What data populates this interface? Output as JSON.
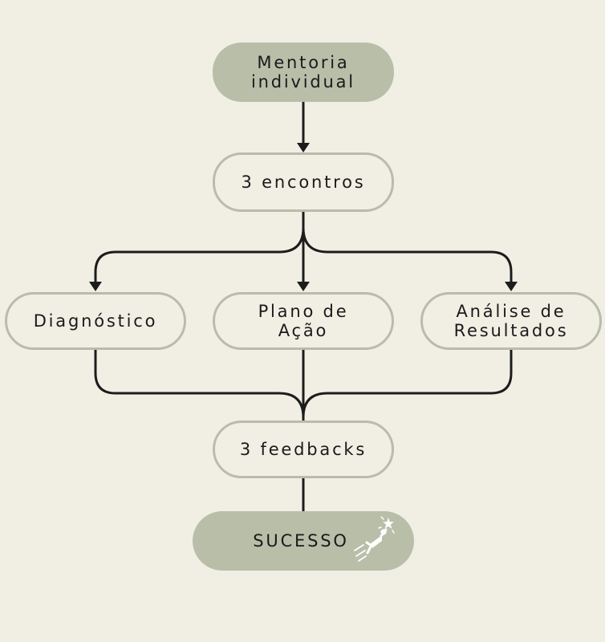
{
  "colors": {
    "background": "#f1efe4",
    "node_fill": "#b9bea9",
    "node_border": "#b9bcaa",
    "line": "#1c1c1c",
    "icon": "#ffffff"
  },
  "nodes": {
    "start": "Mentoria\nindividual",
    "meetings": "3 encontros",
    "diagnosis": "Diagnóstico",
    "plan": "Plano de\nAção",
    "analysis": "Análise de\nResultados",
    "feedbacks": "3 feedbacks",
    "success": "SUCESSO"
  },
  "icons": {
    "success_icon": "flying-hero-star-icon"
  }
}
